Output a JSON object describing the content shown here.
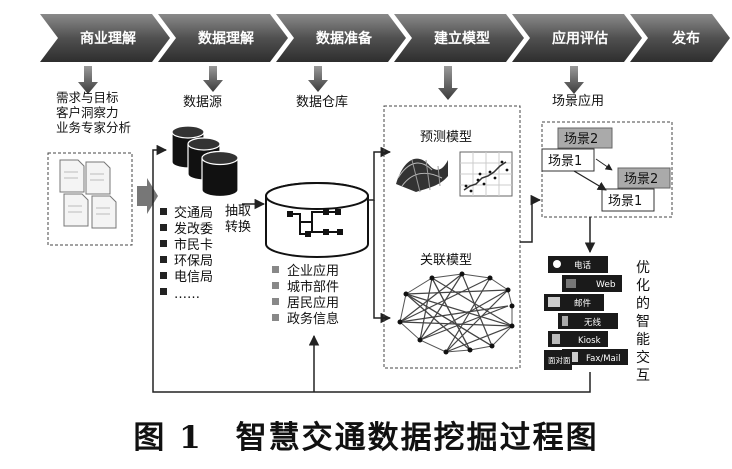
{
  "stages": [
    "商业理解",
    "数据理解",
    "数据准备",
    "建立模型",
    "应用评估",
    "发布"
  ],
  "business": {
    "lines": [
      "需求与目标",
      "客户洞察力",
      "业务专家分析"
    ]
  },
  "data_source": {
    "label": "数据源",
    "items": [
      "交通局",
      "发改委",
      "市民卡",
      "环保局",
      "电信局",
      "……"
    ]
  },
  "extract": {
    "lines": [
      "抽取",
      "转换"
    ]
  },
  "warehouse": {
    "label": "数据仓库",
    "items": [
      "企业应用",
      "城市部件",
      "居民应用",
      "政务信息"
    ]
  },
  "models": {
    "predict": "预测模型",
    "assoc": "关联模型"
  },
  "scenes": {
    "label": "场景应用",
    "cards": [
      "场景2",
      "场景1",
      "场景2",
      "场景1"
    ]
  },
  "channels": [
    "电话",
    "Web",
    "邮件",
    "无线",
    "Kiosk",
    "Fax/Mail",
    "面对面"
  ],
  "interaction": {
    "chars": [
      "优",
      "化",
      "的",
      "智",
      "能",
      "交",
      "互"
    ]
  },
  "caption": "图 1　智慧交通数据挖掘过程图"
}
